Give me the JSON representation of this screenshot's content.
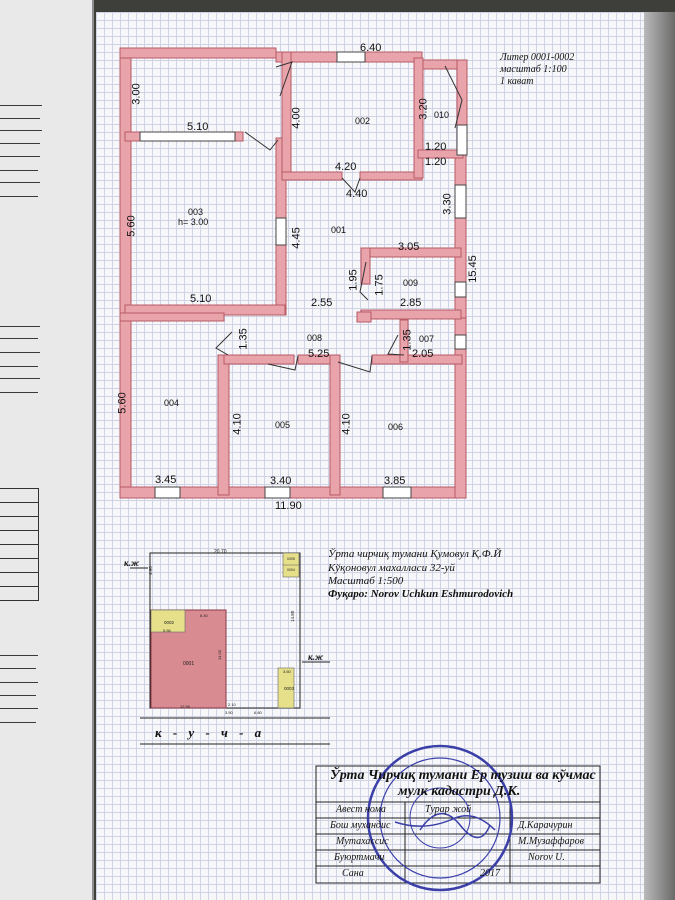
{
  "floorplan": {
    "header": {
      "liter": "Литер 0001-0002",
      "scale": "масштаб 1:100",
      "floor": "1 кават"
    },
    "rooms": [
      "001",
      "002",
      "003",
      "004",
      "005",
      "006",
      "007",
      "008",
      "009",
      "010"
    ],
    "room003_height": "h= 3.00",
    "dimensions": {
      "top_640": "6.40",
      "d300": "3.00",
      "d510_top": "5.10",
      "d400": "4.00",
      "d320": "3.20",
      "d120_a": "1.20",
      "d120_b": "1.20",
      "d420": "4.20",
      "d440": "4.40",
      "d330": "3.30",
      "d560_a": "5.60",
      "d445": "4.45",
      "d305": "3.05",
      "d1545": "15.45",
      "d195": "1.95",
      "d175": "1.75",
      "d510_b": "5.10",
      "d255": "2.55",
      "d285": "2.85",
      "d135_a": "1.35",
      "d135_b": "1.35",
      "d525": "5.25",
      "d205": "2.05",
      "d560_b": "5.60",
      "d410_a": "4.10",
      "d410_b": "4.10",
      "d345": "3.45",
      "d340": "3.40",
      "d385": "3.85",
      "d1190": "11.90"
    }
  },
  "siteplan": {
    "street_left": "к.ж",
    "street_right": "к.ж",
    "street_bottom": "к - у - ч - а",
    "top_dim": "20.70",
    "left_dim": "4.90",
    "right_dim": "14.80",
    "house_label": "0001",
    "small_label": "0002",
    "shed_label": "0003",
    "corner_labels": [
      "0005",
      "0004"
    ],
    "dims_small": [
      "6.40",
      "5.56",
      "12.90",
      "2.10",
      "6.80",
      "3.60",
      "3.50",
      "14.00"
    ]
  },
  "info": {
    "line1": "Ўрта чирчиқ тумани Қумовул Қ.Ф.Й",
    "line2": "Кўқоновул махалласи 32-уй",
    "line3": "Масштаб 1:500",
    "line4": "Фуқаро: Norov Uchkun Eshmurodovich"
  },
  "stamp_table": {
    "title1": "Ўрта Чирчиқ тумани Ер тузиш ва кўчмас",
    "title2": "мулк кадастри Д.К.",
    "rows": [
      {
        "label": "Авест нома",
        "value": "Турар жой"
      },
      {
        "label": "Бош мухандис",
        "value": "Д.Карачурин"
      },
      {
        "label": "Мутахассис",
        "value": "М.Музаффаров"
      },
      {
        "label": "Буюртмачи",
        "value": "Norov U."
      },
      {
        "label": "Сана",
        "value": "2017"
      }
    ]
  },
  "colors": {
    "wall": "#e9a3ab",
    "wall_stroke": "#b65a66",
    "house_fill": "#d98b92",
    "aux_fill": "#e7e08a",
    "stamp": "#3b3fa8"
  }
}
